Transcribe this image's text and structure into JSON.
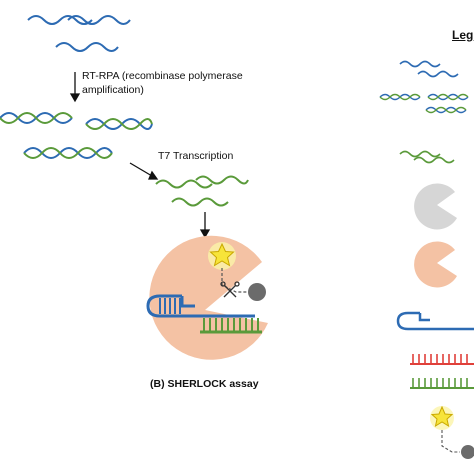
{
  "labels": {
    "rpa_line1": "RT-RPA (recombinase polymerase",
    "rpa_line2": "amplification)",
    "t7": "T7 Transcription",
    "assay_caption": "(B) SHERLOCK assay",
    "legend_title": "Leg"
  },
  "colors": {
    "dna_blue": "#2d6bb3",
    "dna_green": "#5a9a3a",
    "cas_peach": "#f4c2a4",
    "cas_gray": "#d6d6d6",
    "reporter_gray": "#6b6b6b",
    "fluor_yellow": "#f7e43a",
    "crrna_red": "#e0403a",
    "text": "#111111"
  }
}
